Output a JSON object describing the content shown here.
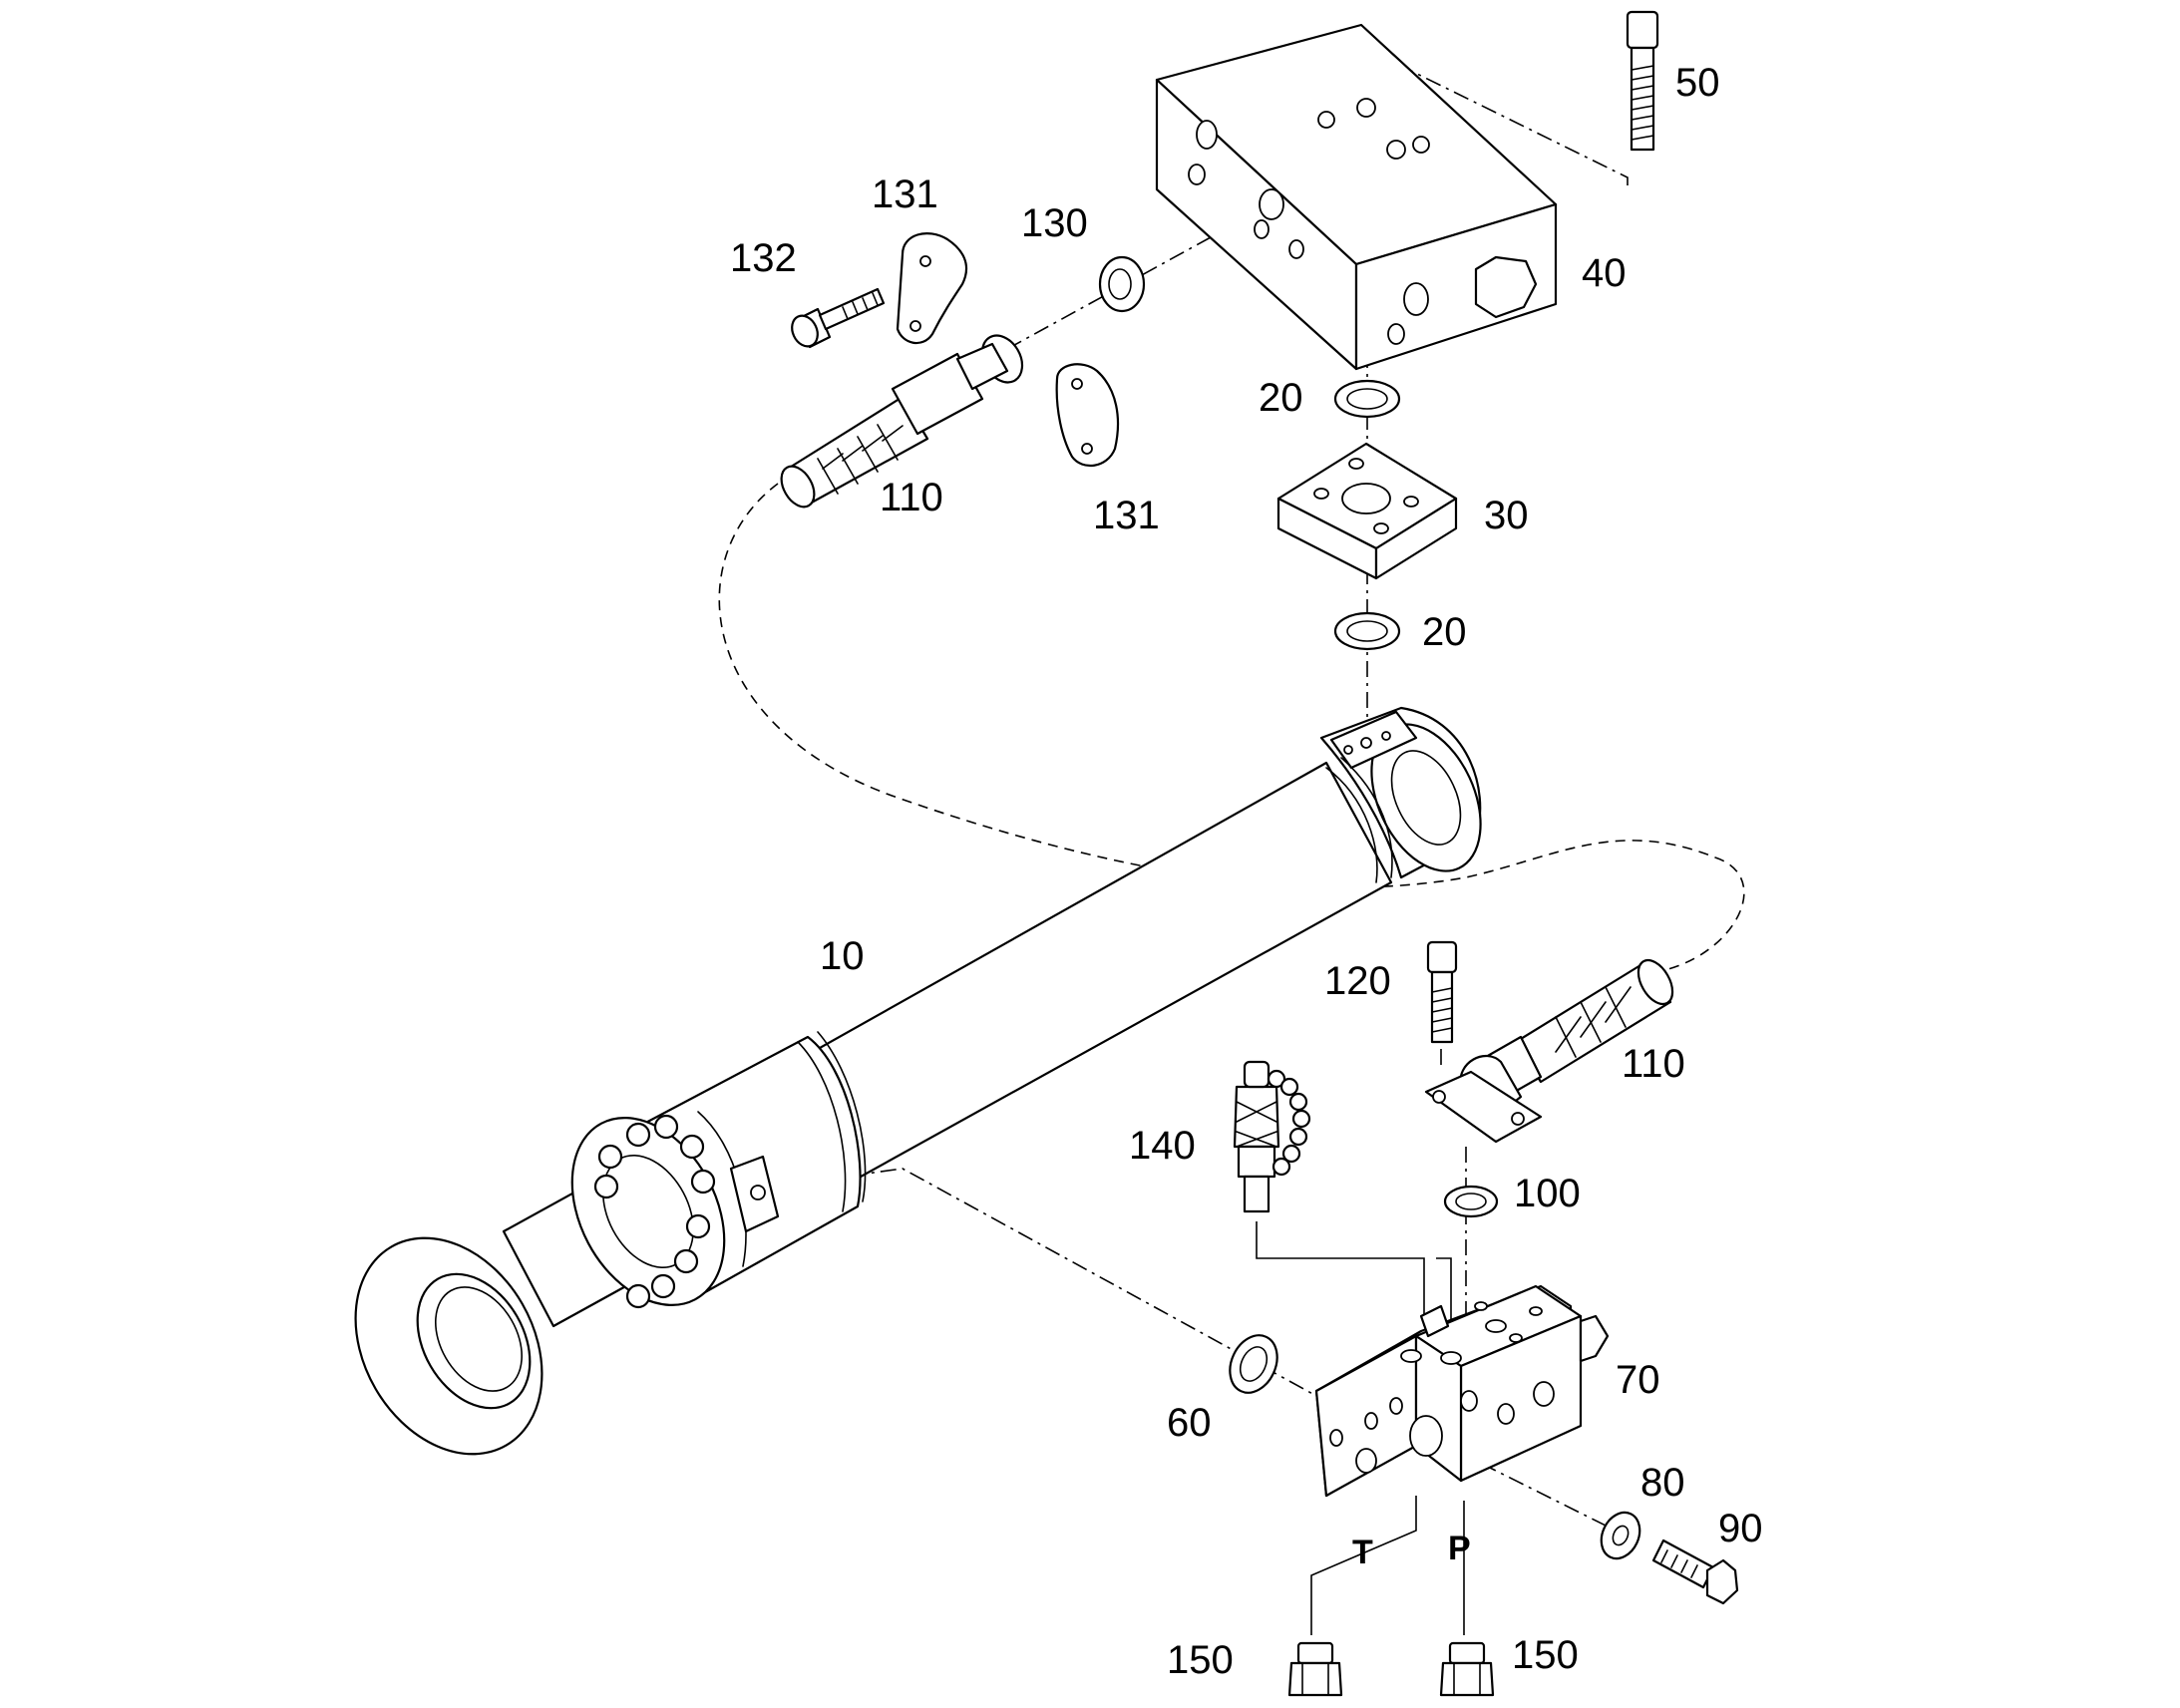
{
  "callouts": {
    "c10": "10",
    "c20_top": "20",
    "c20_bottom": "20",
    "c30": "30",
    "c40": "40",
    "c50": "50",
    "c60": "60",
    "c70": "70",
    "c80": "80",
    "c90": "90",
    "c100": "100",
    "c110_top": "110",
    "c110_bottom": "110",
    "c120": "120",
    "c130": "130",
    "c131_top": "131",
    "c131_bottom": "131",
    "c132": "132",
    "c140": "140",
    "c150_left": "150",
    "c150_right": "150"
  },
  "ports": {
    "tank": "T",
    "pressure": "P"
  }
}
